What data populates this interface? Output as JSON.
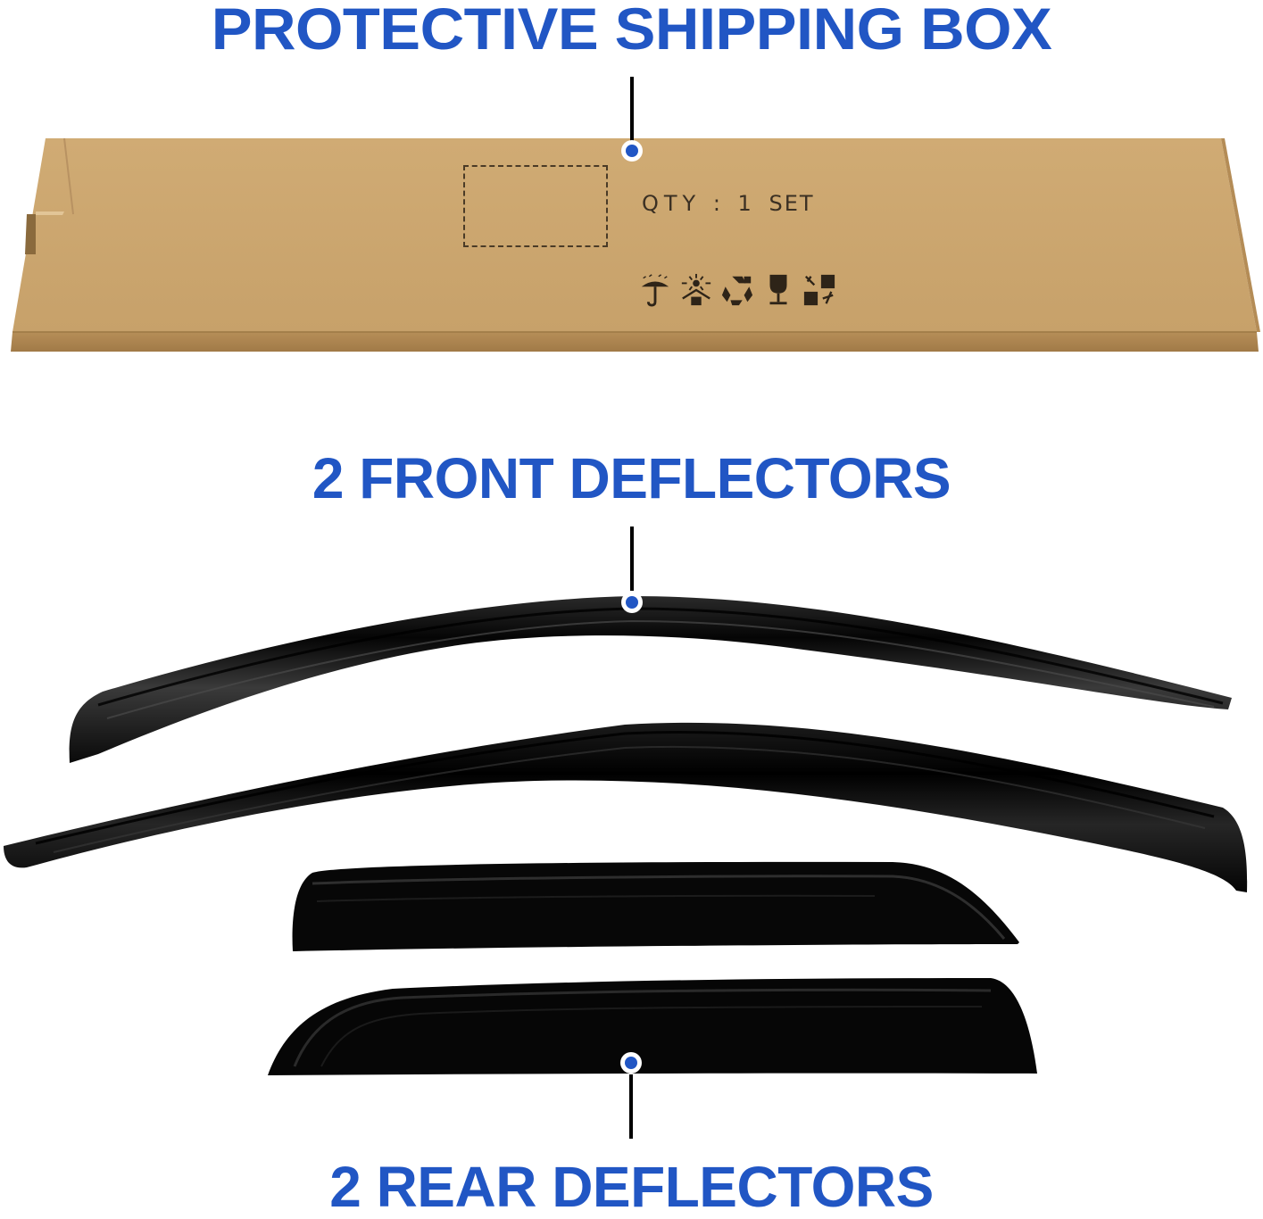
{
  "headings": {
    "box": "PROTECTIVE SHIPPING BOX",
    "front": "2 FRONT DEFLECTORS",
    "rear": "2 REAR DEFLECTORS"
  },
  "box": {
    "qty_label": "QTY : 1",
    "qty_unit": "SET",
    "handling_symbols": [
      "keep-dry-umbrella-icon",
      "keep-away-from-sunlight-icon",
      "recyclable-icon",
      "fragile-glass-icon",
      "do-not-use-hooks-icon"
    ]
  },
  "parts": {
    "front_deflector_count": 2,
    "rear_deflector_count": 2
  },
  "colors": {
    "accent_blue": "#2156c4",
    "cardboard": "#c9a46f",
    "cardboard_dark": "#a8824f",
    "deflector": "#0b0b0b",
    "connector": "#000000",
    "background": "#ffffff"
  }
}
